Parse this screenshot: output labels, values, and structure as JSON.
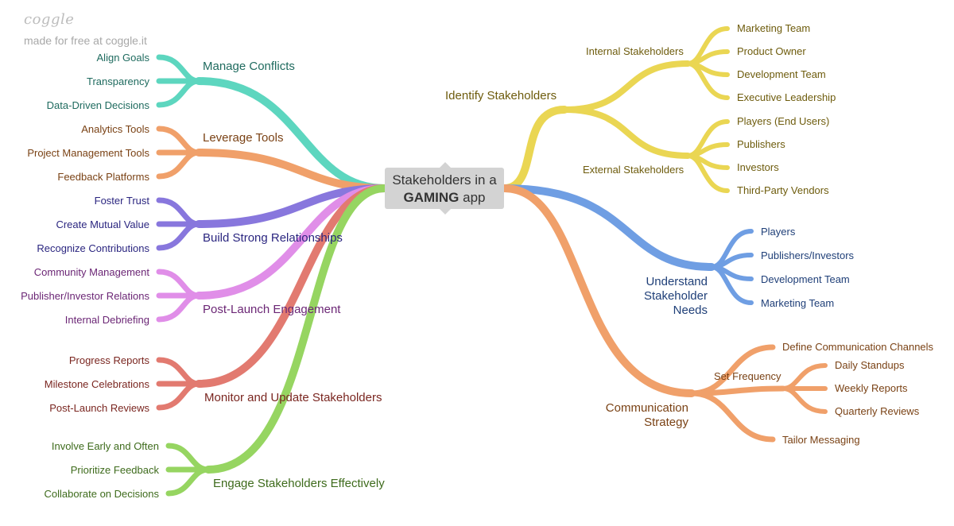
{
  "watermark": {
    "logo": "coggle",
    "made_with": "made for free at coggle.it"
  },
  "center": {
    "line1": "Stakeholders in a",
    "bold": "GAMING",
    "rest": " app"
  },
  "colors": {
    "teal": "#5dd6bf",
    "orange": "#f0a06a",
    "purple": "#8877dd",
    "pink": "#e08ee8",
    "red": "#e27a70",
    "green": "#96d561",
    "yellow": "#ead653",
    "blue": "#6f9ee3",
    "comm": "#f0a06a"
  },
  "branches": {
    "manage_conflicts": {
      "label": "Manage Conflicts",
      "items": [
        "Align Goals",
        "Transparency",
        "Data-Driven Decisions"
      ]
    },
    "leverage_tools": {
      "label": "Leverage Tools",
      "items": [
        "Analytics Tools",
        "Project Management Tools",
        "Feedback Platforms"
      ]
    },
    "build_relationships": {
      "label": "Build Strong Relationships",
      "items": [
        "Foster Trust",
        "Create Mutual Value",
        "Recognize Contributions"
      ]
    },
    "post_launch": {
      "label": "Post-Launch Engagement",
      "items": [
        "Community Management",
        "Publisher/Investor Relations",
        "Internal Debriefing"
      ]
    },
    "monitor_update": {
      "label": "Monitor and Update Stakeholders",
      "items": [
        "Progress Reports",
        "Milestone Celebrations",
        "Post-Launch Reviews"
      ]
    },
    "engage": {
      "label": "Engage Stakeholders Effectively",
      "items": [
        "Involve Early and Often",
        "Prioritize Feedback",
        "Collaborate on Decisions"
      ]
    },
    "identify": {
      "label": "Identify Stakeholders",
      "internal": {
        "label": "Internal Stakeholders",
        "items": [
          "Marketing Team",
          "Product Owner",
          "Development Team",
          "Executive Leadership"
        ]
      },
      "external": {
        "label": "External Stakeholders",
        "items": [
          "Players (End Users)",
          "Publishers",
          "Investors",
          "Third-Party Vendors"
        ]
      }
    },
    "understand": {
      "label_lines": [
        "Understand",
        "Stakeholder",
        "Needs"
      ],
      "items": [
        "Players",
        "Publishers/Investors",
        "Development Team",
        "Marketing Team"
      ]
    },
    "communication": {
      "label_lines": [
        "Communication",
        "Strategy"
      ],
      "define": "Define Communication Channels",
      "set_frequency": {
        "label": "Set Frequency",
        "items": [
          "Daily Standups",
          "Weekly Reports",
          "Quarterly Reviews"
        ]
      },
      "tailor": "Tailor Messaging"
    }
  }
}
